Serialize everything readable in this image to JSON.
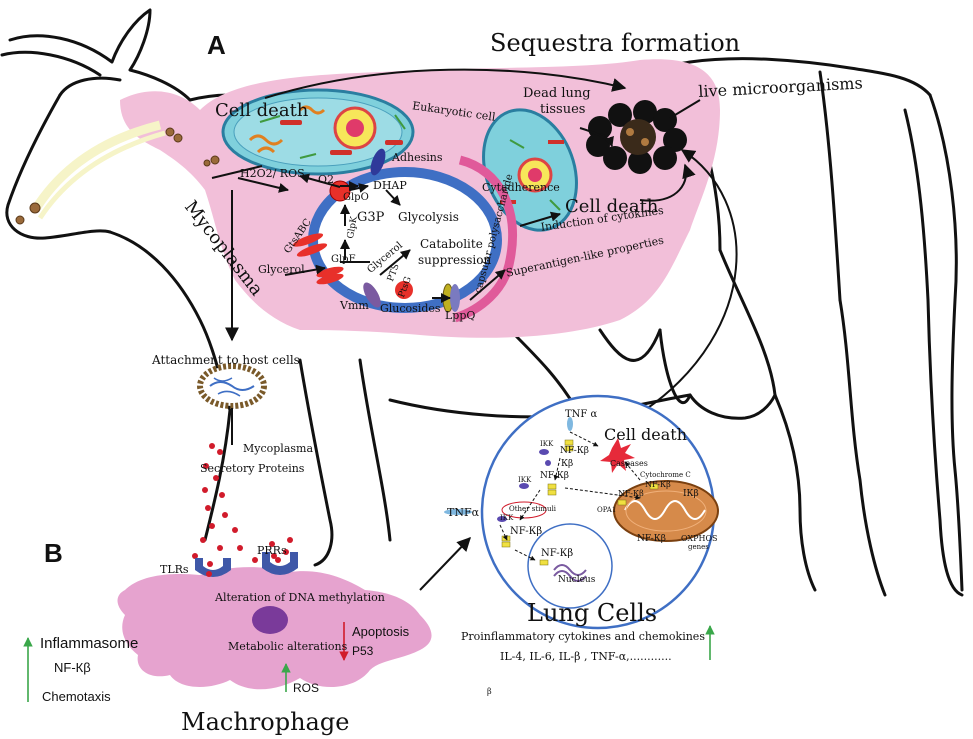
{
  "panels": {
    "a": "A",
    "b": "B"
  },
  "top": {
    "sequestra_formation": "Sequestra formation",
    "cell_death_left": "Cell death",
    "eukaryotic_cell": "Eukaryotic cell",
    "adhesins": "Adhesins",
    "h2o2_ros": "H2O2/ ROS",
    "o2": "O2",
    "glpo": "GlpO",
    "dhap": "DHAP",
    "g3p": "G3P",
    "glycolysis": "Glycolysis",
    "glpk": "GlpK",
    "gtsabc": "GtsABC",
    "glpf": "GlpF",
    "glycerol_outer": "Glycerol",
    "glycerol_inner": "Glycerol",
    "catabolite_suppression_1": "Catabolite",
    "catabolite_suppression_2": "suppression",
    "mycoplasma": "Mycoplasma",
    "vmm": "Vmm",
    "pts": "PTS",
    "ptsg": "PtsG",
    "glucosides": "Glucosides",
    "lppq": "LppQ",
    "capsular_polysaccharide": "capsular polysaccharide",
    "superantigen": "Superantigen-like properties",
    "cytadherence": "Cytadherence",
    "cell_death_right": "Cell death",
    "induction_cytokines": "Induction of cytokines",
    "dead_lung_tissues_1": "Dead lung",
    "dead_lung_tissues_2": "tissues",
    "live_microorganisms": "live microorganisms"
  },
  "middle": {
    "attachment": "Attachment to host cells",
    "secretory_1": "Mycoplasma",
    "secretory_2": "Secretory Proteins"
  },
  "macrophage": {
    "tlrs": "TLRs",
    "prrs": "PRRs",
    "dna_methylation": "Alteration of DNA methylation",
    "metabolic": "Metabolic alterations",
    "apoptosis": "Apoptosis",
    "p53": "P53",
    "ros": "ROS",
    "inflammasome": "Inflammasome",
    "nfkb": "NF-Кβ",
    "chemotaxis": "Chemotaxis",
    "title": "Machrophage",
    "beta": "β"
  },
  "lung": {
    "tnf_a_top": "TNF α",
    "cell_death": "Cell death",
    "ikk_top": "IKK",
    "nfkb_top": "NF-Кβ",
    "ikb_top": "Кβ",
    "caspases": "Caspases",
    "nfkb_mid": "NF-Кβ",
    "ikk_mid": "IKK",
    "other_stimuli": "Other stimuli",
    "cytochrome_c": "Cytochrome C",
    "nfkb_mito1": "NF-Кβ",
    "nfkb_mito2": "NF-Кβ",
    "ikb_mito": "IКβ",
    "opa1": "OPA1",
    "nfkb_mito_low": "NF-Кβ",
    "oxphos": "OXPHOS",
    "genes": "genes",
    "tnf_a_left": "TNFα",
    "ikk_low": "IKK",
    "nfkb_low": "NF-Кβ",
    "nfkb_nucleus": "NF-Кβ",
    "nucleus": "Nucleus",
    "title": "Lung Cells",
    "proinflammatory": "Proinflammatory cytokines and chemokines",
    "interleukins": "IL-4, IL-6, IL-β , TNF-α,............"
  },
  "colors": {
    "pink_region": "#f2bfd9",
    "macrophage": "#e6a3cf",
    "mycoplasma_ring": "#3f6fc4",
    "cell_teal": "#7fd0dc",
    "red_up": "#d11b2b",
    "green_up": "#3aa74a"
  }
}
